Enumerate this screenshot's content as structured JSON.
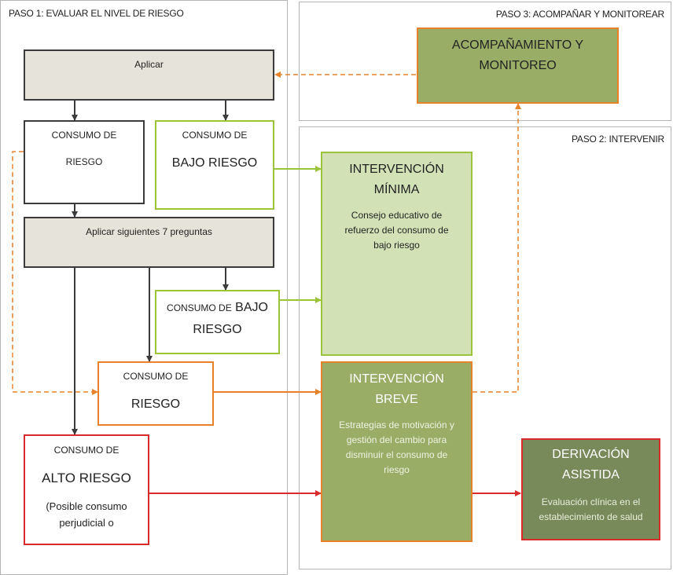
{
  "panels": {
    "step1": "PASO 1: EVALUAR EL NIVEL DE RIESGO",
    "step2": "PASO 2: INTERVENIR",
    "step3": "PASO 3: ACOMPAÑAR Y MONITOREAR"
  },
  "nodes": {
    "aplicar": "Aplicar",
    "consumo_riesgo_1": {
      "line1": "CONSUMO DE",
      "line2": "RIESGO"
    },
    "consumo_bajo_1": {
      "line1": "CONSUMO DE",
      "line2": "BAJO RIESGO"
    },
    "aplicar_siguientes": "Aplicar siguientes 7 preguntas",
    "consumo_bajo_2": {
      "line1a": "CONSUMO DE",
      "line1b": "BAJO",
      "line2": "RIESGO"
    },
    "consumo_riesgo_2": {
      "line1": "CONSUMO DE",
      "line2": "RIESGO"
    },
    "consumo_alto": {
      "line1": "CONSUMO DE",
      "line2": "ALTO RIESGO",
      "line3": "(Posible consumo",
      "line4": "perjudicial o"
    },
    "intervencion_minima": {
      "title1": "INTERVENCIÓN",
      "title2": "MÍNIMA",
      "desc1": "Consejo educativo de",
      "desc2": "refuerzo del consumo de",
      "desc3": "bajo riesgo"
    },
    "intervencion_breve": {
      "title1": "INTERVENCIÓN",
      "title2": "BREVE",
      "desc1": "Estrategias de motivación y",
      "desc2": "gestión del cambio para",
      "desc3": "disminuir el consumo de",
      "desc4": "riesgo"
    },
    "derivacion": {
      "title1": "DERIVACIÓN",
      "title2": "ASISTIDA",
      "desc1": "Evaluación clínica en el",
      "desc2": "establecimiento de salud"
    },
    "acompanamiento": {
      "title1": "ACOMPAÑAMIENTO Y",
      "title2": "MONITOREO"
    }
  },
  "colors": {
    "dark_arrow": "#3b3b3b",
    "green_arrow": "#9bc43a",
    "orange": "#e8822a",
    "red": "#d92b2b",
    "light_green_fill": "#d3e2b6",
    "olive_fill": "#9aad67",
    "dark_olive_fill": "#788a5a",
    "gray_fill": "#e6e3da"
  }
}
